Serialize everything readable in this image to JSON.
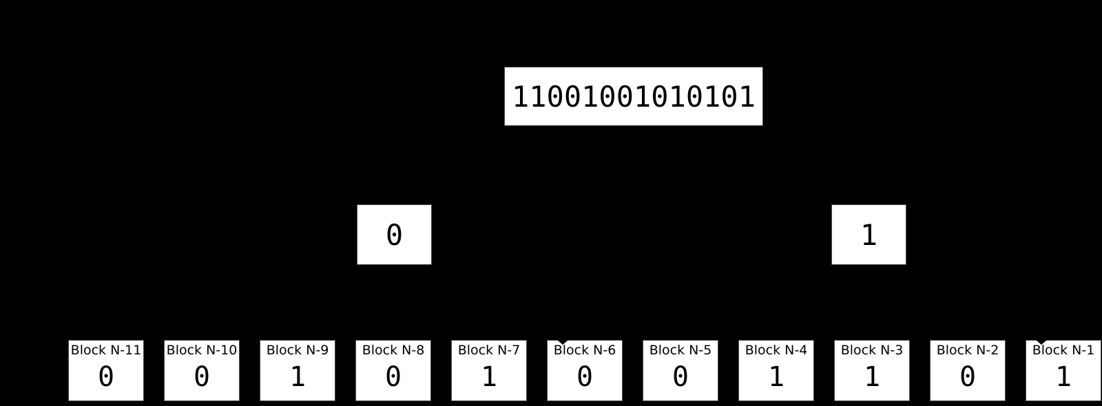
{
  "colors": {
    "background": "#000000",
    "box_fill": "#ffffff",
    "box_border": "#4d4d4d",
    "text": "#000000"
  },
  "top_box": {
    "value": "11001001010101"
  },
  "middle_boxes": [
    {
      "value": "0"
    },
    {
      "value": "1"
    }
  ],
  "blocks": [
    {
      "label": "Block N-11",
      "value": "0",
      "arrowhead_notch": false
    },
    {
      "label": "Block N-10",
      "value": "0",
      "arrowhead_notch": false
    },
    {
      "label": "Block N-9",
      "value": "1",
      "arrowhead_notch": false
    },
    {
      "label": "Block N-8",
      "value": "0",
      "arrowhead_notch": false
    },
    {
      "label": "Block N-7",
      "value": "1",
      "arrowhead_notch": false
    },
    {
      "label": "Block N-6",
      "value": "0",
      "arrowhead_notch": true
    },
    {
      "label": "Block N-5",
      "value": "0",
      "arrowhead_notch": false
    },
    {
      "label": "Block N-4",
      "value": "1",
      "arrowhead_notch": false
    },
    {
      "label": "Block N-3",
      "value": "1",
      "arrowhead_notch": false
    },
    {
      "label": "Block N-2",
      "value": "0",
      "arrowhead_notch": false
    },
    {
      "label": "Block N-1",
      "value": "1",
      "arrowhead_notch": true
    }
  ]
}
